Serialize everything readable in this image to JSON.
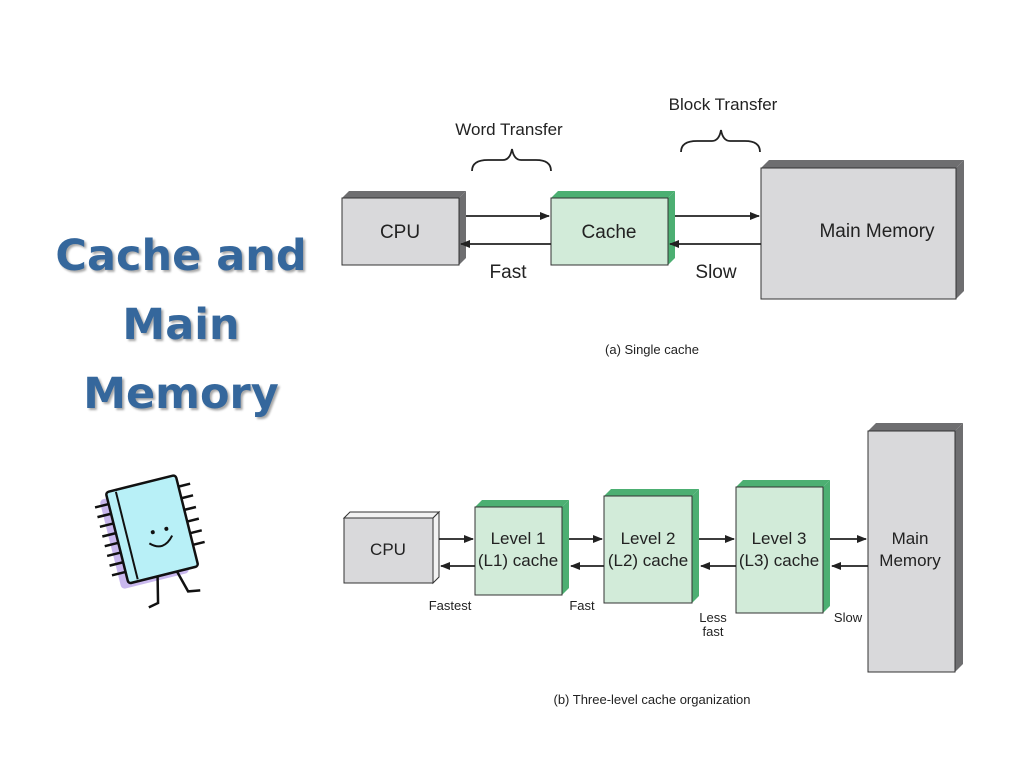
{
  "slide": {
    "title_lines": [
      "Cache and",
      "Main",
      "Memory"
    ],
    "mascot_icon": "memory-chip-mascot-icon"
  },
  "single": {
    "word_transfer": "Word Transfer",
    "block_transfer": "Block Transfer",
    "cpu": "CPU",
    "cache": "Cache",
    "main_memory": "Main Memory",
    "fast": "Fast",
    "slow": "Slow",
    "caption": "(a) Single cache"
  },
  "three": {
    "cpu": "CPU",
    "l1_line1": "Level 1",
    "l1_line2": "(L1) cache",
    "l2_line1": "Level 2",
    "l2_line2": "(L2) cache",
    "l3_line1": "Level 3",
    "l3_line2": "(L3) cache",
    "mem_line1": "Main",
    "mem_line2": "Memory",
    "fastest": "Fastest",
    "fast": "Fast",
    "less_fast_1": "Less",
    "less_fast_2": "fast",
    "slow": "Slow",
    "caption": "(b) Three-level cache organization"
  },
  "colors": {
    "title": "#35679c",
    "gray_box": "#d9d9db",
    "gray_side": "#6e6e70",
    "green_box": "#d2ebd9",
    "green_side": "#4caf72",
    "line": "#222222"
  }
}
